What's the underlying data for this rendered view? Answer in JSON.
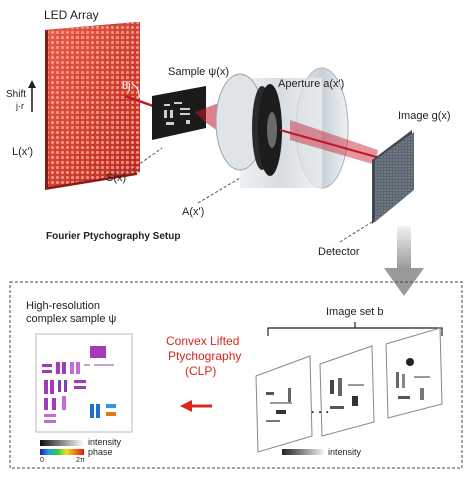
{
  "setup": {
    "title": "Fourier Ptychography Setup",
    "led_array_label": "LED Array",
    "shift_label": "Shift",
    "jr_label": "j·r",
    "lx_label": "L(x')",
    "theta_label": "θj",
    "sample_label": "Sample ψ(x)",
    "sx_label": "S(x)",
    "aperture_label": "Aperture a(x')",
    "ax_label": "A(x')",
    "image_label": "Image g(x)",
    "detector_label": "Detector"
  },
  "reconstruction": {
    "hr_title_line1": "High-resolution",
    "hr_title_line2": "complex sample ψ",
    "clp_line1": "Convex Lifted",
    "clp_line2": "Ptychography",
    "clp_line3": "(CLP)",
    "image_set_label": "Image set b",
    "dots": "· · ·",
    "intensity_label": "intensity",
    "phase_label": "phase",
    "bar_min": "0",
    "bar_max": "2π",
    "intensity_label_right": "intensity"
  },
  "colors": {
    "led_red": "#d93a2e",
    "beam_red": "#c4162a",
    "clp_red": "#d7261e",
    "magenta": "#a23bb8",
    "detector": "#5c6670"
  }
}
